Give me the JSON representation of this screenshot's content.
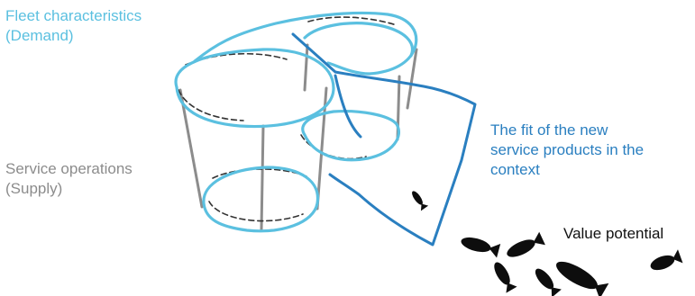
{
  "labels": {
    "demand": {
      "line1": "Fleet characteristics",
      "line2": "(Demand)"
    },
    "supply": {
      "line1": "Service operations",
      "line2": "(Supply)"
    },
    "fit": {
      "line1": "The fit of the new",
      "line2": "service products in the",
      "line3": "context"
    },
    "value": "Value potential"
  },
  "colors": {
    "demand": "#5bc0e0",
    "supply": "#8c8c8c",
    "fit": "#2a7fc0",
    "value": "#111111",
    "fish": "#0d0d0d",
    "sketch": "#333333"
  },
  "icons": [
    "fish-icon"
  ]
}
